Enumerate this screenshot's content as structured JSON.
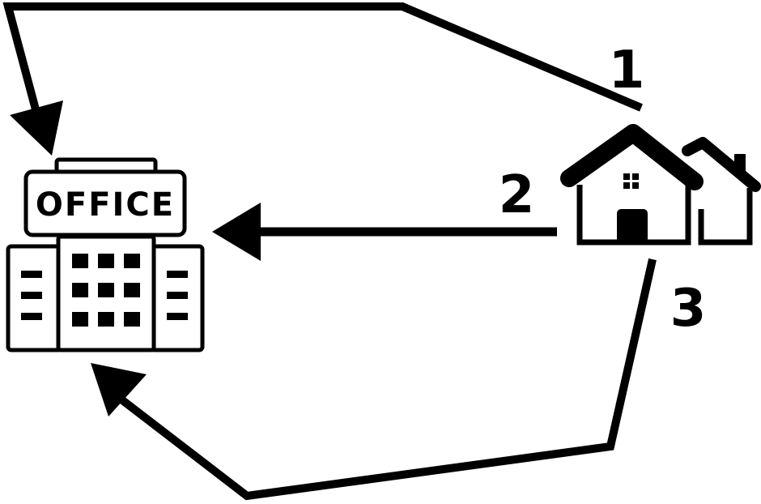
{
  "office": {
    "sign_text": "OFFICE"
  },
  "routes": [
    {
      "label": "1"
    },
    {
      "label": "2"
    },
    {
      "label": "3"
    }
  ],
  "colors": {
    "stroke": "#000000",
    "background": "#ffffff"
  }
}
